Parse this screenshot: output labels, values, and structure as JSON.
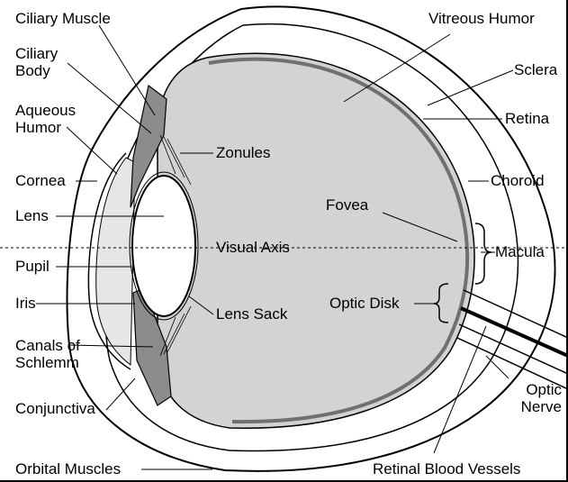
{
  "labels": {
    "ciliary_muscle": "Ciliary Muscle",
    "ciliary_body_1": "Ciliary",
    "ciliary_body_2": "Body",
    "aqueous_humor_1": "Aqueous",
    "aqueous_humor_2": "Humor",
    "cornea": "Cornea",
    "lens": "Lens",
    "pupil": "Pupil",
    "iris": "Iris",
    "canals_1": "Canals of",
    "canals_2": "Schlemm",
    "conjunctiva": "Conjunctiva",
    "orbital_muscles": "Orbital Muscles",
    "zonules": "Zonules",
    "visual_axis": "Visual Axis",
    "lens_sack": "Lens Sack",
    "fovea": "Fovea",
    "optic_disk": "Optic Disk",
    "vitreous_humor": "Vitreous Humor",
    "sclera": "Sclera",
    "retina": "Retina",
    "choroid": "Choroid",
    "macula": "Macula",
    "optic_nerve_1": "Optic",
    "optic_nerve_2": "Nerve",
    "retinal_blood_vessels": "Retinal Blood Vessels"
  },
  "colors": {
    "vitreous_fill": "#d3d3d3",
    "iris_fill": "#8c8c8c",
    "choroid_band": "#707070",
    "stroke": "#000000",
    "background": "#ffffff"
  }
}
